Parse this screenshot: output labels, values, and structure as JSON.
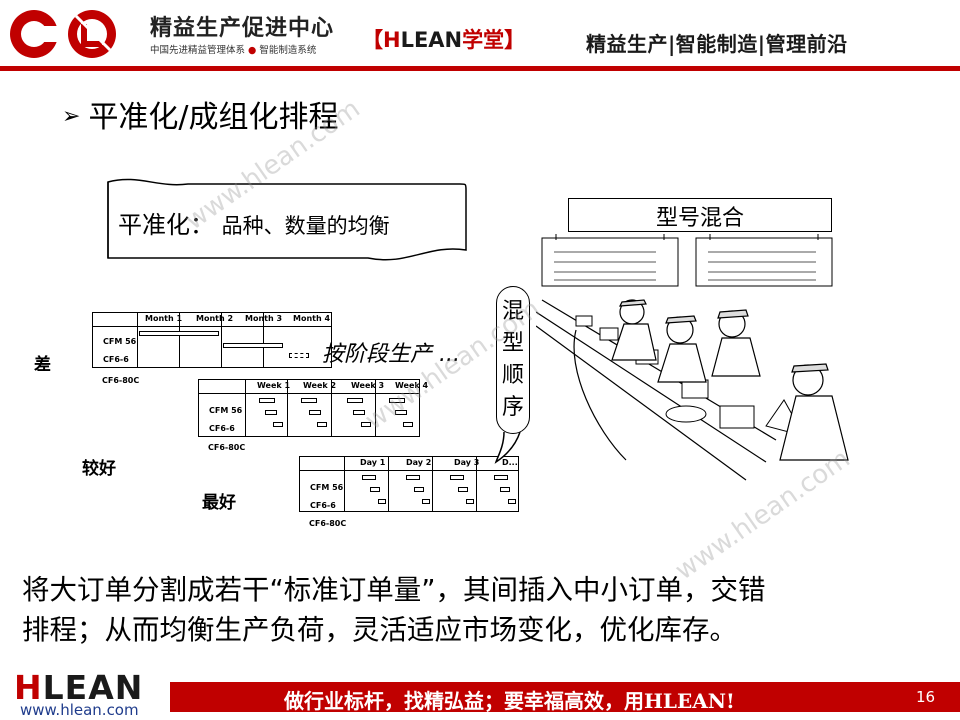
{
  "header": {
    "company_name": "精益生产促进中心",
    "company_sub": "中国先进精益管理体系",
    "company_sub_dot": "●",
    "company_sub_2": "智能制造系统",
    "brand_open": "【",
    "brand_h": "H",
    "brand_lean": "LEAN",
    "brand_cn": "学堂",
    "brand_close": "】",
    "tagline": "精益生产|智能制造|管理前沿",
    "accent_color": "#c00000"
  },
  "title": {
    "bullet_icon": "arrow-bullet-icon",
    "text": "平准化/成组化排程"
  },
  "callout": {
    "label": "平准化：",
    "text": "品种、数量的均衡"
  },
  "schedules": {
    "rows": [
      "CFM 56",
      "CF6-6",
      "CF6-80C"
    ],
    "monthly": {
      "columns": [
        "Month 1",
        "Month 2",
        "Month 3",
        "Month 4"
      ],
      "grade": "差"
    },
    "weekly": {
      "columns": [
        "Week 1",
        "Week 2",
        "Week 3",
        "Week 4"
      ],
      "grade": "较好"
    },
    "daily": {
      "columns": [
        "Day 1",
        "Day 2",
        "Day 3",
        "D..."
      ],
      "grade": "最好"
    }
  },
  "stage_text": "按阶段生产 ...",
  "mixed_sequence": "混型顺序",
  "mixed_model": "型号混合",
  "body": {
    "line1": "将大订单分割成若干“标准订单量”，其间插入中小订单，交错",
    "line2": "排程；从而均衡生产负荷，灵活适应市场变化，优化库存。"
  },
  "watermark": "www.hlean.com",
  "footer": {
    "logo_h": "H",
    "logo_rest": "LEAN",
    "url": "www.hlean.com",
    "slogan": "做行业标杆，找精弘益；要幸福高效，用HLEAN!",
    "page_number": "16"
  }
}
